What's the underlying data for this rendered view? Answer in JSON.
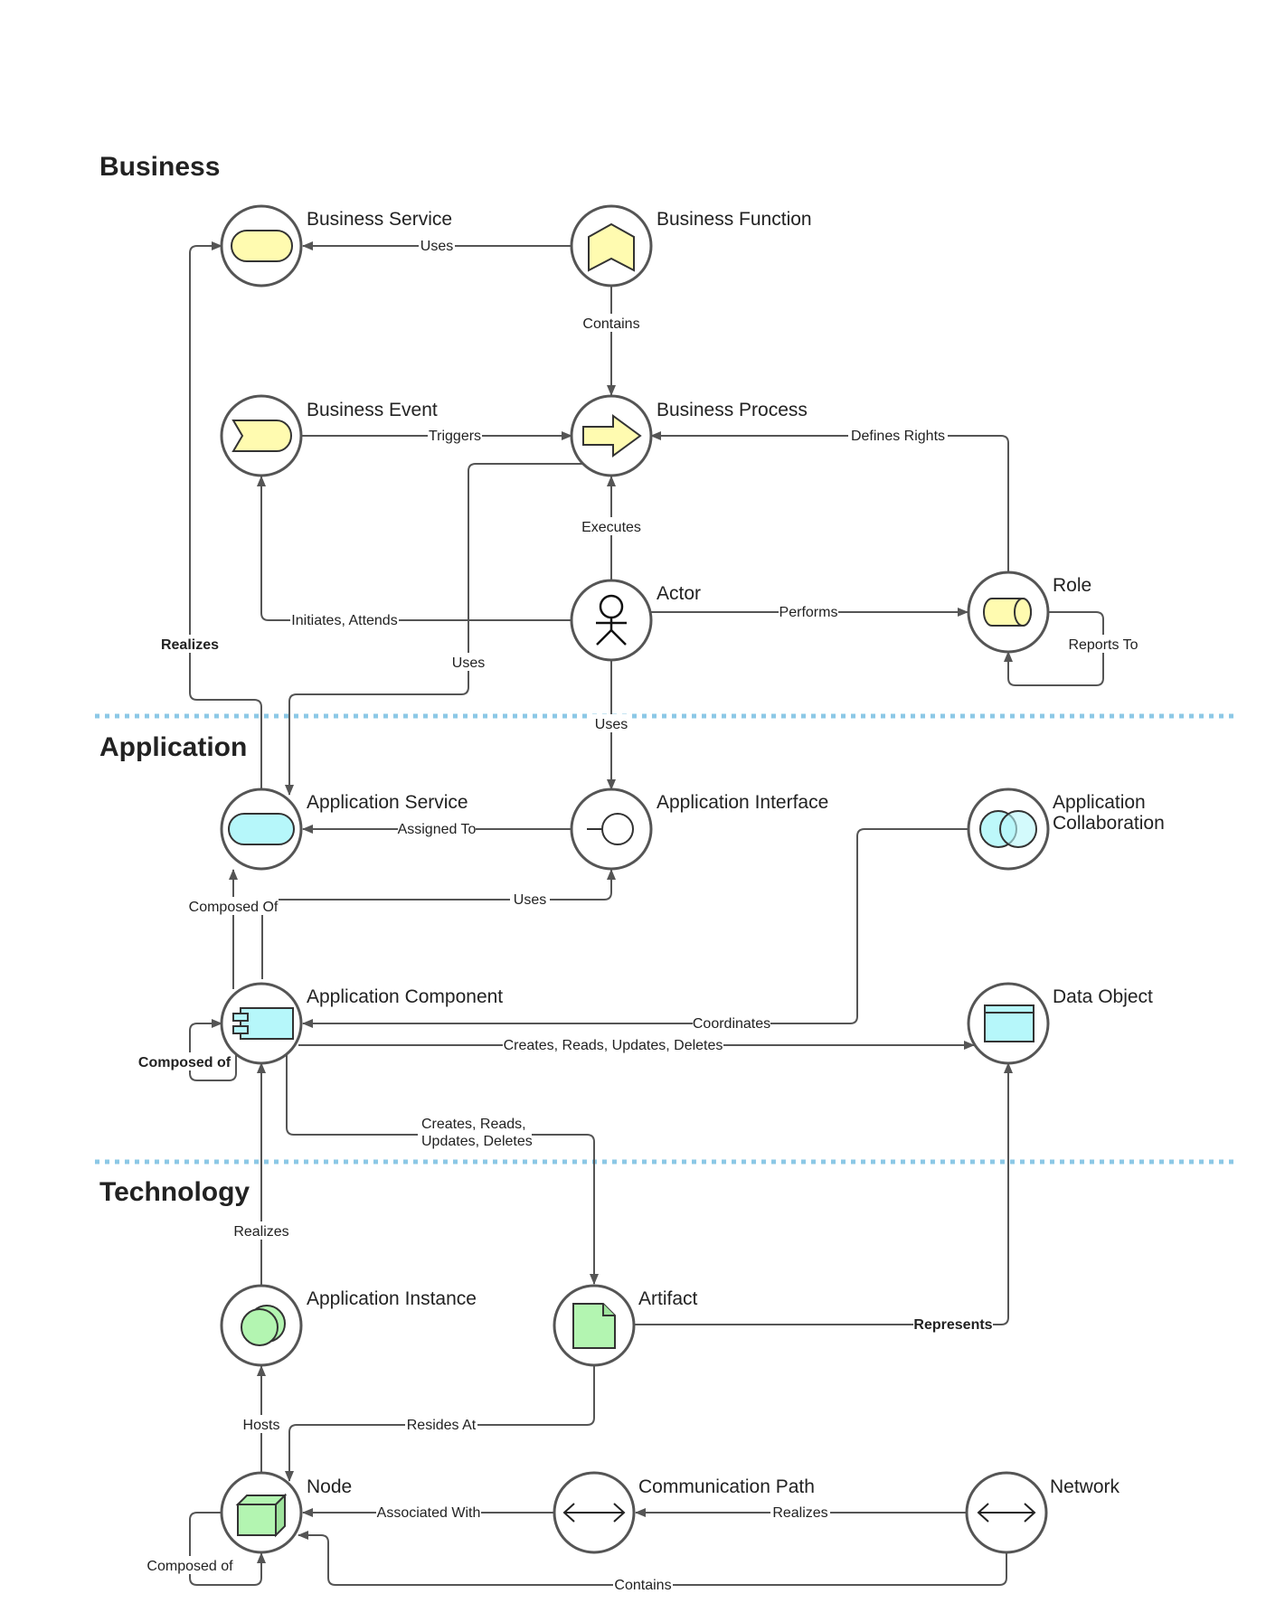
{
  "sections": {
    "business": "Business",
    "application": "Application",
    "technology": "Technology"
  },
  "nodes": {
    "business_service": "Business Service",
    "business_function": "Business Function",
    "business_event": "Business Event",
    "business_process": "Business Process",
    "actor": "Actor",
    "role": "Role",
    "application_service": "Application Service",
    "application_interface": "Application Interface",
    "application_collaboration": [
      "Application",
      "Collaboration"
    ],
    "application_component": "Application Component",
    "data_object": "Data Object",
    "application_instance": "Application Instance",
    "artifact": "Artifact",
    "node": "Node",
    "communication_path": "Communication Path",
    "network": "Network"
  },
  "edges": {
    "function_uses_service": "Uses",
    "function_contains_process": "Contains",
    "event_triggers_process": "Triggers",
    "role_defines_rights": "Defines  Rights",
    "actor_executes_process": "Executes",
    "actor_performs_role": "Performs",
    "actor_initiates_event": "Initiates, Attends",
    "role_reports_to": "Reports To",
    "app_service_realizes": "Realizes",
    "process_uses_app_service": "Uses",
    "actor_uses_interface": "Uses",
    "interface_assigned_to": "Assigned To",
    "component_uses_interface": "Uses",
    "service_composed_of": "Composed Of",
    "component_composed_of": "Composed of",
    "collaboration_coordinates": "Coordinates",
    "component_crud_data": "Creates, Reads, Updates, Deletes",
    "component_crud_artifact": [
      "Creates, Reads,",
      "Updates, Deletes"
    ],
    "instance_realizes": "Realizes",
    "artifact_represents": "Represents",
    "node_hosts": "Hosts",
    "artifact_resides_at": "Resides At",
    "path_associated_with": "Associated With",
    "network_realizes": "Realizes",
    "node_composed_of": "Composed of",
    "network_contains": "Contains"
  },
  "colors": {
    "business": "#fffbb0",
    "application": "#b6f7fa",
    "technology": "#b3f5b1",
    "divider": "#8cc8e6",
    "line": "#555555"
  },
  "icons": {
    "business_service": "rounded-service-icon",
    "business_function": "function-chevron-icon",
    "business_event": "event-notch-icon",
    "business_process": "process-arrow-icon",
    "actor": "stick-figure-icon",
    "role": "cylinder-icon",
    "application_service": "rounded-service-icon",
    "application_interface": "lollipop-interface-icon",
    "application_collaboration": "overlapping-circles-icon",
    "application_component": "component-icon",
    "data_object": "data-object-icon",
    "application_instance": "instance-circles-icon",
    "artifact": "document-icon",
    "node": "cube-icon",
    "communication_path": "double-arrow-icon",
    "network": "double-arrow-icon"
  }
}
